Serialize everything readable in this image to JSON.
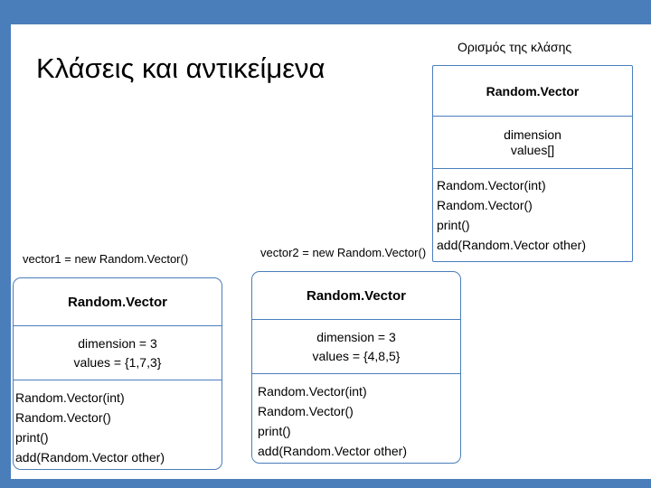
{
  "slide": {
    "title": "Κλάσεις και αντικείμενα",
    "accent_color": "#4a7ebb",
    "background": "#ffffff"
  },
  "class_definition": {
    "caption": "Ορισμός της κλάσης",
    "name": "Random.Vector",
    "attributes": [
      "dimension",
      "values[]"
    ],
    "methods": [
      "Random.Vector(int)",
      "Random.Vector()",
      "print()",
      "add(Random.Vector other)"
    ]
  },
  "objects": [
    {
      "label": "vector1 = new Random.Vector()",
      "name": "Random.Vector",
      "attributes": [
        "dimension = 3",
        "values = {1,7,3}"
      ],
      "methods": [
        "Random.Vector(int)",
        "Random.Vector()",
        "print()",
        "add(Random.Vector other)"
      ]
    },
    {
      "label": "vector2 = new Random.Vector()",
      "name": "Random.Vector",
      "attributes": [
        "dimension = 3",
        "values = {4,8,5}"
      ],
      "methods": [
        "Random.Vector(int)",
        "Random.Vector()",
        "print()",
        "add(Random.Vector other)"
      ]
    }
  ]
}
